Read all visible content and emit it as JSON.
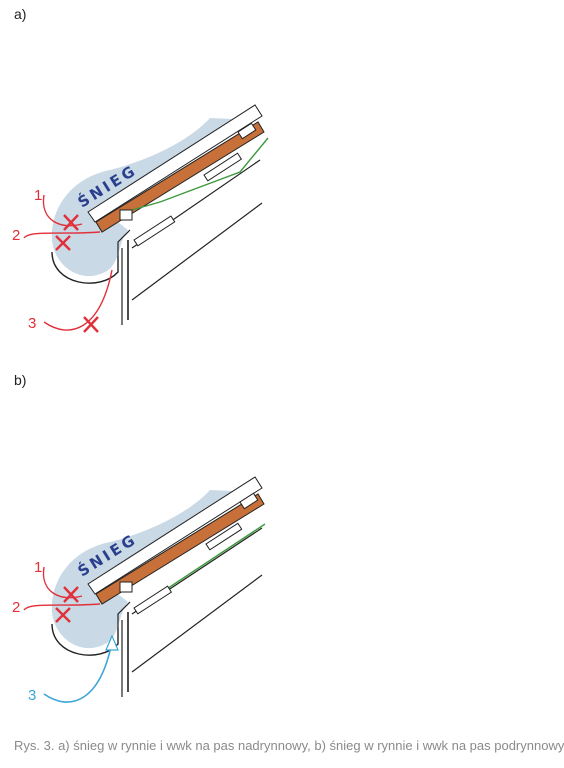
{
  "panels": [
    {
      "label": "a)",
      "snow_label": "ŚNIEG",
      "arrows": [
        {
          "number": "1",
          "blocked": true
        },
        {
          "number": "2",
          "blocked": true
        },
        {
          "number": "3",
          "blocked": true
        }
      ]
    },
    {
      "label": "b)",
      "snow_label": "ŚNIEG",
      "arrows": [
        {
          "number": "1",
          "blocked": true
        },
        {
          "number": "2",
          "blocked": true
        },
        {
          "number": "3",
          "blocked": false
        }
      ]
    }
  ],
  "caption": "Rys. 3. a) śnieg w rynnie i wwk na pas nadrynnowy, b) śnieg w rynnie i wwk na pas podrynnowy",
  "colors": {
    "snow": "#c9d9e6",
    "wood": "#c8703a",
    "blocked_arrow": "#e2303a",
    "free_arrow": "#3aa6d8",
    "membrane": "#3d9a3d",
    "snow_text": "#2a3f8c"
  }
}
